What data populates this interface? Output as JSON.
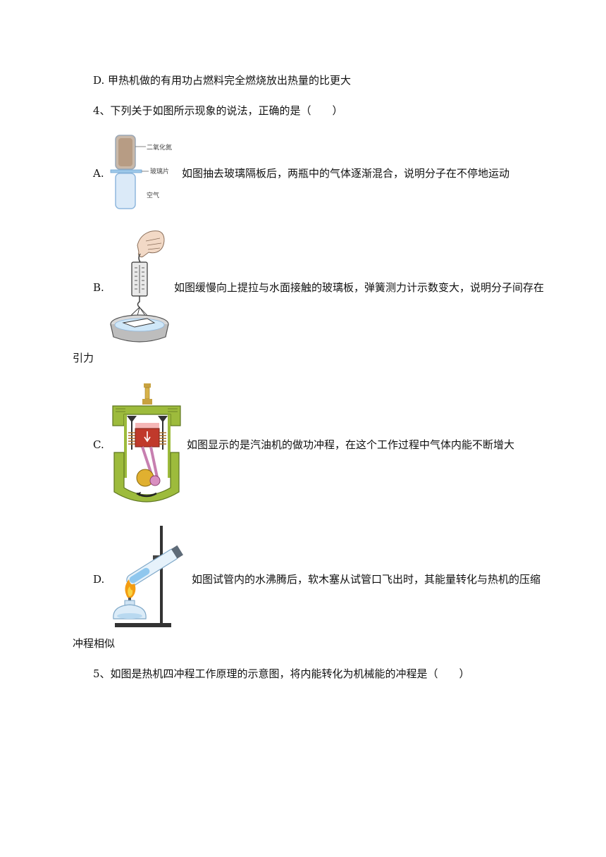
{
  "q3": {
    "option_d": "D. 甲热机做的有用功占燃料完全燃烧放出热量的比更大"
  },
  "q4": {
    "stem": "4、下列关于如图所示现象的说法，正确的是（　　）",
    "options": [
      {
        "label": "A.",
        "text": "如图抽去玻璃隔板后，两瓶中的气体逐渐混合，说明分子在不停地运动",
        "figure_labels": [
          "二氧化氮",
          "玻璃片",
          "空气"
        ]
      },
      {
        "label": "B.",
        "text": "如图缓慢向上提拉与水面接触的玻璃板，弹簧测力计示数变大，说明分子间存在",
        "text_cont": "引力"
      },
      {
        "label": "C.",
        "text": "如图显示的是汽油机的做功冲程，在这个工作过程中气体内能不断增大"
      },
      {
        "label": "D.",
        "text": "如图试管内的水沸腾后，软木塞从试管口飞出时，其能量转化与热机的压缩",
        "text_cont": "冲程相似"
      }
    ]
  },
  "q5": {
    "stem": "5、如图是热机四冲程工作原理的示意图，将内能转化为机械能的冲程是（　　）"
  }
}
